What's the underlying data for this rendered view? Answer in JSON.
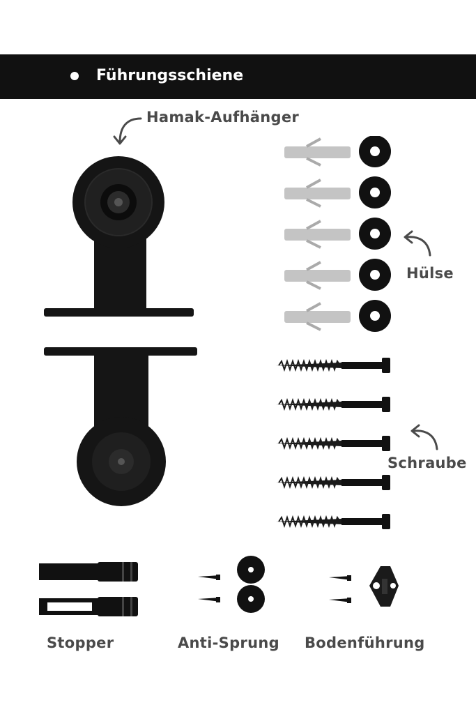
{
  "labels": {
    "rail": "Führungsschiene",
    "hanger": "Hamak-Aufhänger",
    "sleeve": "Hülse",
    "screw": "Schraube",
    "stopper": "Stopper",
    "anti_jump": "Anti-Sprung",
    "floor_guide": "Bodenführung"
  },
  "counts": {
    "anchors": 5,
    "washers": 5,
    "screws": 5
  },
  "colors": {
    "hardware": "#111111",
    "anchor": "#c8c8c8",
    "text": "#4a4a4a",
    "background": "#ffffff"
  },
  "icons": {
    "arrow": "curved-arrow-icon"
  }
}
